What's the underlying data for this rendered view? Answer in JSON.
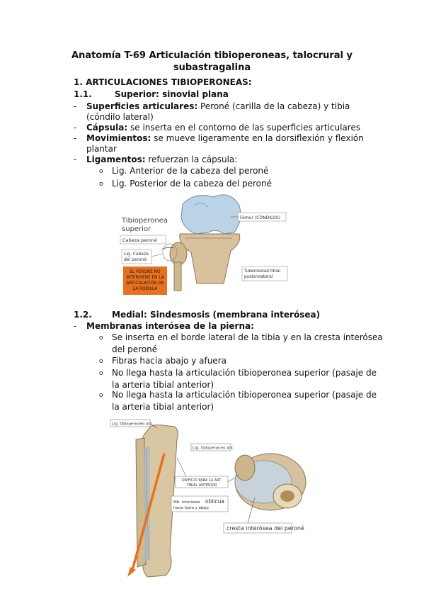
{
  "title": {
    "line1": "Anatomía T-69 Articulación tibioperoneas, talocrural y",
    "line2": "subastragalina"
  },
  "section1": {
    "heading": "1.  ARTICULACIONES TIBIOPERONEAS:",
    "sub_num": "1.1.",
    "sub_title": "Superior: sinovial plana",
    "items": [
      {
        "label": "Superficies articulares:",
        "text": " Peroné (carilla de la cabeza) y tibia",
        "cont": "(cóndilo lateral)"
      },
      {
        "label": "Cápsula:",
        "text": " se inserta en el contorno de las superficies articulares"
      },
      {
        "label": "Movimientos:",
        "text": " se mueve ligeramente en la dorsiflexión y flexión",
        "cont": "plantar"
      },
      {
        "label": "Ligamentos:",
        "text": " refuerzan la cápsula:"
      }
    ],
    "ligaments": [
      "Lig. Anterior de la cabeza del peroné",
      "Lig. Posterior de la cabeza del peroné"
    ]
  },
  "figure1": {
    "label_title_1": "Tibioperonea",
    "label_title_2": "superior",
    "label_cabeza": "Cabeza peroné",
    "label_lig_1": "Lig. Cabeza",
    "label_lig_2": "del peroné",
    "label_femur": "Fémur (CÓNDILOS)",
    "label_tub_1": "Tuberosidad tibial",
    "label_tub_2": "posterolateral",
    "note_lines": [
      "EL PERONÉ NO",
      "INTERVIENE EN LA",
      "ARTICULACIÓN DE",
      "LA RODILLA"
    ],
    "note_color": "#e8701e"
  },
  "section2": {
    "sub_num": "1.2.",
    "sub_title": "Medial: Sindesmosis (membrana interósea)",
    "bullet_label": "Membranas interósea de la pierna:",
    "items": [
      {
        "line1": "Se inserta en el borde lateral de la tibia y en la cresta interósea",
        "line2": "del peroné"
      },
      {
        "line1": "Fibras hacia abajo y afuera"
      },
      {
        "line1": "No llega hasta la articulación tibioperonea superior (pasaje de",
        "line2": "la arteria tibial anterior)"
      },
      {
        "line1": "No llega hasta la articulación tibioperonea superior (pasaje de",
        "line2": "la arteria tibial anterior)"
      }
    ]
  },
  "figure2": {
    "label_lig_top": "Lig. tibioperoneo ant.",
    "label_lig_right": "Lig. tibioperoneo ant.",
    "label_orificio_1": "ORIFICIO PARA LA ART.",
    "label_orificio_2": "TIBIAL ANTERIOR",
    "label_mb_1": "Mb. interósea",
    "label_mb_2": "oblicua",
    "label_mb_3": "hacia fuera y abajo",
    "label_cresta": "cresta interósea del peroné",
    "arrow_color": "#e8701e"
  }
}
